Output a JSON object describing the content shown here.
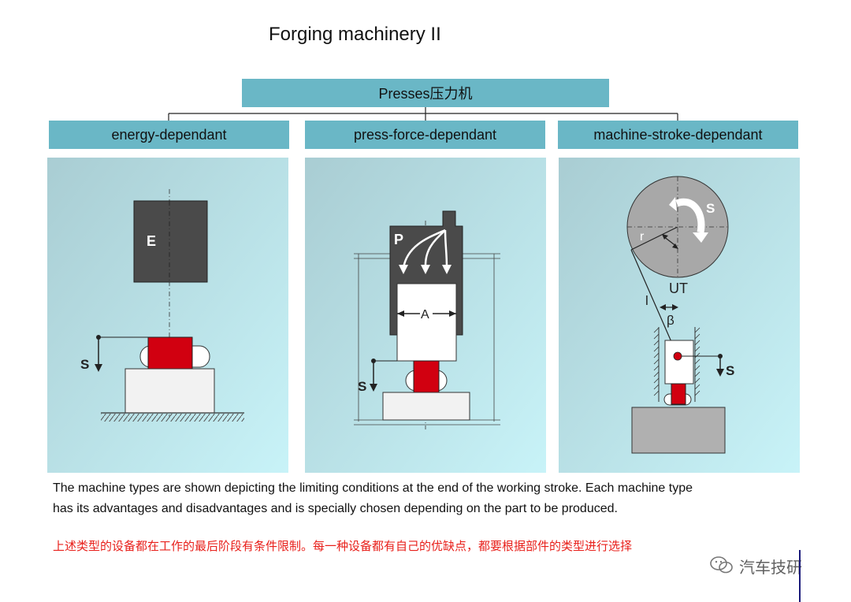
{
  "title": "Forging machinery II",
  "root": {
    "label": "Presses压力机"
  },
  "categories": [
    {
      "label": "energy-dependant"
    },
    {
      "label": "press-force-dependant"
    },
    {
      "label": "machine-stroke-dependant"
    }
  ],
  "diagram_labels": {
    "energy_E": "E",
    "energy_S": "S",
    "press_P": "P",
    "press_A": "A",
    "press_S": "S",
    "stroke_S_top": "S",
    "stroke_r": "r",
    "stroke_UT": "UT",
    "stroke_l": "l",
    "stroke_beta": "β",
    "stroke_S": "S"
  },
  "caption_en": "The machine types are shown depicting the limiting conditions at the end of the working stroke. Each machine type has its advantages and disadvantages and is specially chosen depending on the part to be produced.",
  "caption_cn": "上述类型的设备都在工作的最后阶段有条件限制。每一种设备都有自己的优缺点，都要根据部件的类型进行选择",
  "watermark": "汽车技研",
  "colors": {
    "header_box": "#6ab7c6",
    "workpiece": "#d10010",
    "machine_dark": "#4a4a4a",
    "cn_text": "#e8201b"
  }
}
